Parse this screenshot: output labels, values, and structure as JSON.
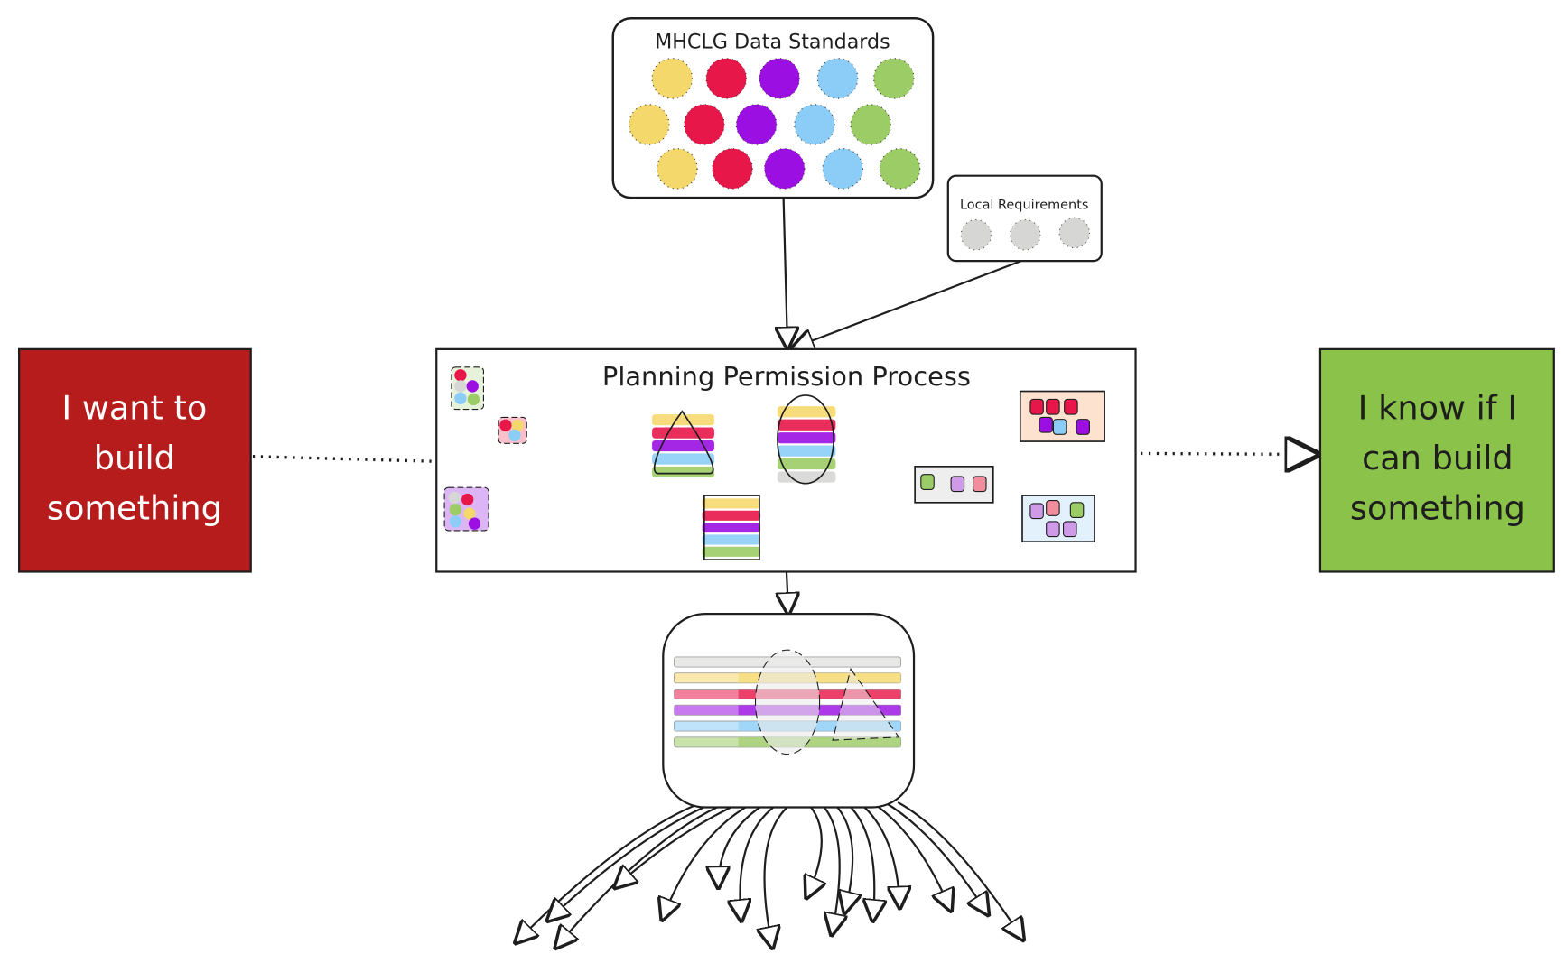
{
  "standards": {
    "title": "MHCLG Data Standards"
  },
  "local": {
    "title": "Local Requirements"
  },
  "process": {
    "title": "Planning Permission Process"
  },
  "start": {
    "lines": [
      "I want to",
      "build",
      "something"
    ]
  },
  "end": {
    "lines": [
      "I know if I",
      "can build",
      "something"
    ]
  },
  "colors": {
    "yellow": "#f5d86b",
    "red": "#e8174a",
    "purple": "#9b0fe3",
    "blue": "#8ccdf7",
    "green": "#9ccc65",
    "grey": "#d6d6d4",
    "start_box": "#b71c1c",
    "end_box": "#8bc34a"
  }
}
